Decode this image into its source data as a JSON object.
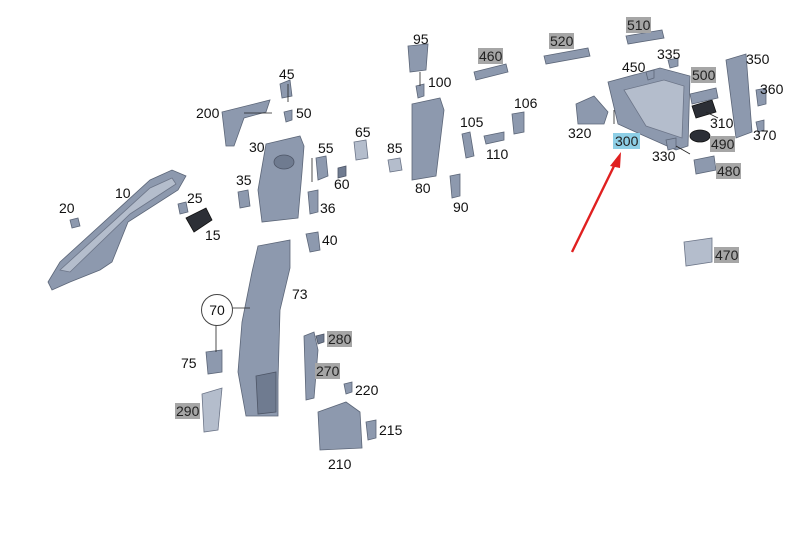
{
  "labels": {
    "l510": "510",
    "l520": "520",
    "l460": "460",
    "l95": "95",
    "l335": "335",
    "l350": "350",
    "l450": "450",
    "l500": "500",
    "l45": "45",
    "l100": "100",
    "l360": "360",
    "l106": "106",
    "l200": "200",
    "l50": "50",
    "l105": "105",
    "l310": "310",
    "l65": "65",
    "l320": "320",
    "l370": "370",
    "l30": "30",
    "l55": "55",
    "l85": "85",
    "l110": "110",
    "l300": "300",
    "l330": "330",
    "l490": "490",
    "l60": "60",
    "l80": "80",
    "l480": "480",
    "l10": "10",
    "l35": "35",
    "l25": "25",
    "l90": "90",
    "l20": "20",
    "l36": "36",
    "l15": "15",
    "l40": "40",
    "l470": "470",
    "l73": "73",
    "l70": "70",
    "l280": "280",
    "l75": "75",
    "l270": "270",
    "l220": "220",
    "l290": "290",
    "l215": "215",
    "l210": "210"
  },
  "highlighted_part": "300",
  "colors": {
    "part_fill": "#8d99ae",
    "label_highlight": "#8ecfe6",
    "label_gray": "#a6a6a6",
    "arrow": "#e02020"
  }
}
